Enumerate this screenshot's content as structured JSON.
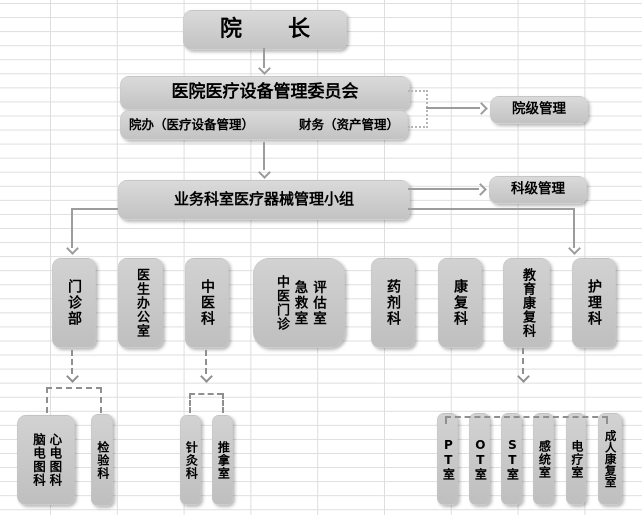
{
  "org": {
    "director": "院      长",
    "committee": "医院医疗设备管理委员会",
    "committee_sub": {
      "left": "院办（医疗设备管理）",
      "right": "财务（资产管理）"
    },
    "hospital_level_label": "院级管理",
    "department_level_label": "科级管理",
    "group": "业务科室医疗器械管理小组",
    "departments": [
      "门诊部",
      "医生办公室",
      "中医科",
      "药剂科",
      "康复科",
      "教育康复科",
      "护理科"
    ],
    "tcm_outpatient_columns": [
      "中医门诊",
      "急救室",
      "评估室"
    ],
    "outpatient_children": [
      "脑电图科",
      "心电图科",
      "检验科"
    ],
    "tcm_children": [
      "针灸科",
      "推拿室"
    ],
    "rehab_children": [
      "PT室",
      "OT室",
      "ST室",
      "感统室",
      "电疗室",
      "成人康复室"
    ]
  },
  "colors": {
    "box_top": "#dadada",
    "box_bot": "#c3c3c3",
    "line": "#9c9c9c",
    "dash": "#8f8f8f",
    "grid_line": "#dedede",
    "text": "#000000"
  }
}
